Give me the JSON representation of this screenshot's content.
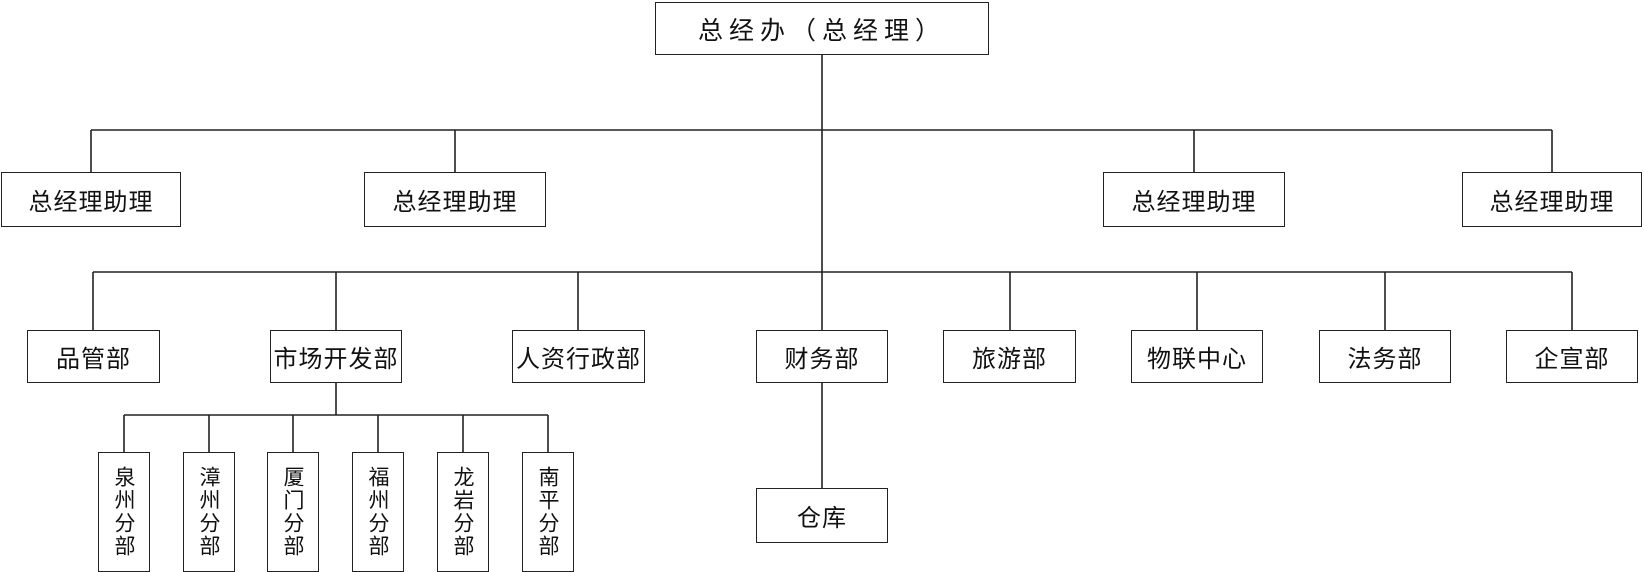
{
  "org_chart": {
    "root": "总经办（总经理）",
    "assistants": [
      "总经理助理",
      "总经理助理",
      "总经理助理",
      "总经理助理"
    ],
    "departments": [
      "品管部",
      "市场开发部",
      "人资行政部",
      "财务部",
      "旅游部",
      "物联中心",
      "法务部",
      "企宣部"
    ],
    "market_branches": [
      "泉州分部",
      "漳州分部",
      "厦门分部",
      "福州分部",
      "龙岩分部",
      "南平分部"
    ],
    "finance_child": "仓库"
  }
}
